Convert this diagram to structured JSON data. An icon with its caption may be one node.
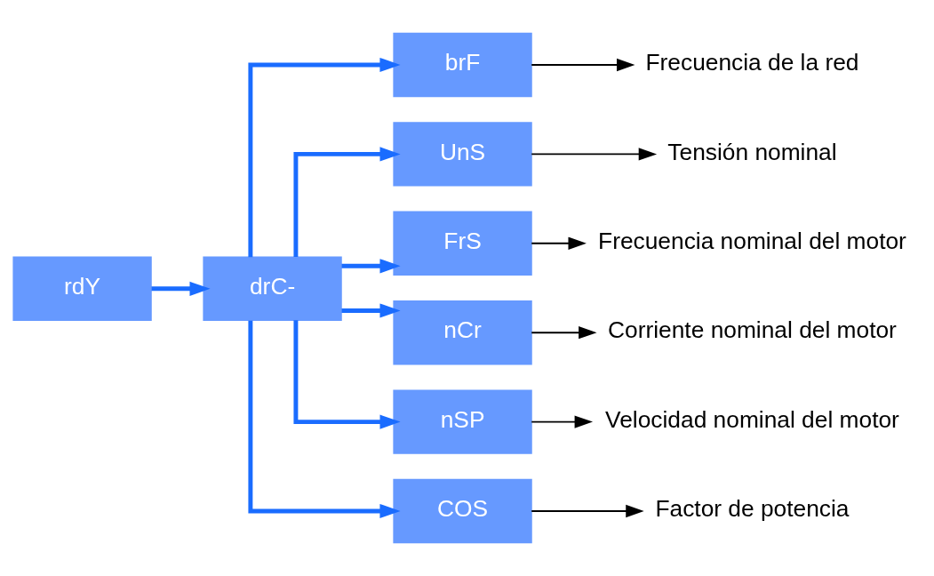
{
  "diagram": {
    "nodes": [
      {
        "text": [
          "rdY"
        ]
      },
      {
        "text": [
          "drC-"
        ]
      },
      {
        "text": [
          "brF"
        ]
      },
      {
        "text": [
          "UnS"
        ]
      },
      {
        "text": [
          "FrS"
        ]
      },
      {
        "text": [
          "nCr"
        ]
      },
      {
        "text": [
          "nSP"
        ]
      },
      {
        "text": [
          "COS"
        ]
      },
      {
        "text": [
          "Frecuencia de la red"
        ]
      },
      {
        "text": [
          "Tensión nominal"
        ]
      },
      {
        "text": [
          "Frecuencia nominal del motor"
        ]
      },
      {
        "text": [
          "Corriente nominal del motor"
        ]
      },
      {
        "text": [
          "Velocidad nominal del motor"
        ]
      },
      {
        "text": [
          "Factor de potencia"
        ]
      }
    ],
    "edges": [
      {
        "from": 0,
        "to": 1,
        "arrow": "to"
      },
      {
        "from": 1,
        "to": 2,
        "arrow": "to"
      },
      {
        "from": 1,
        "to": 3,
        "arrow": "to"
      },
      {
        "from": 1,
        "to": 4,
        "arrow": "to"
      },
      {
        "from": 1,
        "to": 5,
        "arrow": "to"
      },
      {
        "from": 1,
        "to": 6,
        "arrow": "to"
      },
      {
        "from": 1,
        "to": 7,
        "arrow": "to"
      },
      {
        "from": 2,
        "to": 8,
        "arrow": "to",
        "color": "#000000"
      },
      {
        "from": 3,
        "to": 9,
        "arrow": "to",
        "color": "#000000"
      },
      {
        "from": 4,
        "to": 10,
        "arrow": "to",
        "color": "#000000"
      },
      {
        "from": 5,
        "to": 11,
        "arrow": "to",
        "color": "#000000"
      },
      {
        "from": 6,
        "to": 12,
        "arrow": "to",
        "color": "#000000"
      },
      {
        "from": 7,
        "to": 13,
        "arrow": "to",
        "color": "#000000"
      }
    ]
  }
}
